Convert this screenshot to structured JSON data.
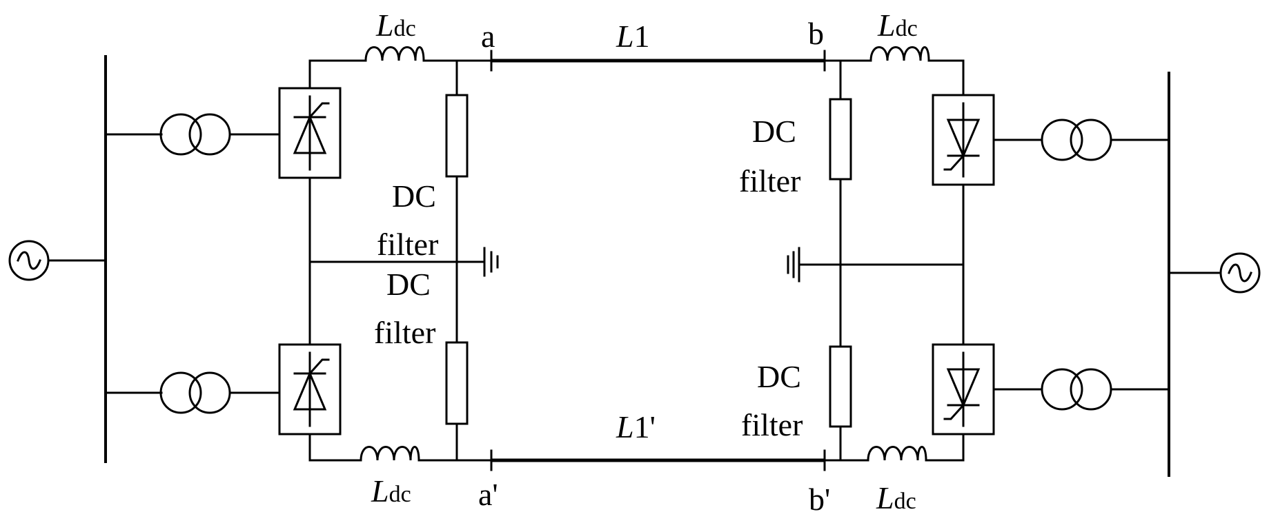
{
  "labels": {
    "ldc_main": "L",
    "ldc_sub": "dc",
    "l1_main": "L",
    "l1_sub": "1",
    "l1p_main": "L",
    "l1p_sub": "1'",
    "a": "a",
    "b": "b",
    "a_prime": "a'",
    "b_prime": "b'",
    "dc_line1": "DC",
    "dc_line2": "filter"
  }
}
